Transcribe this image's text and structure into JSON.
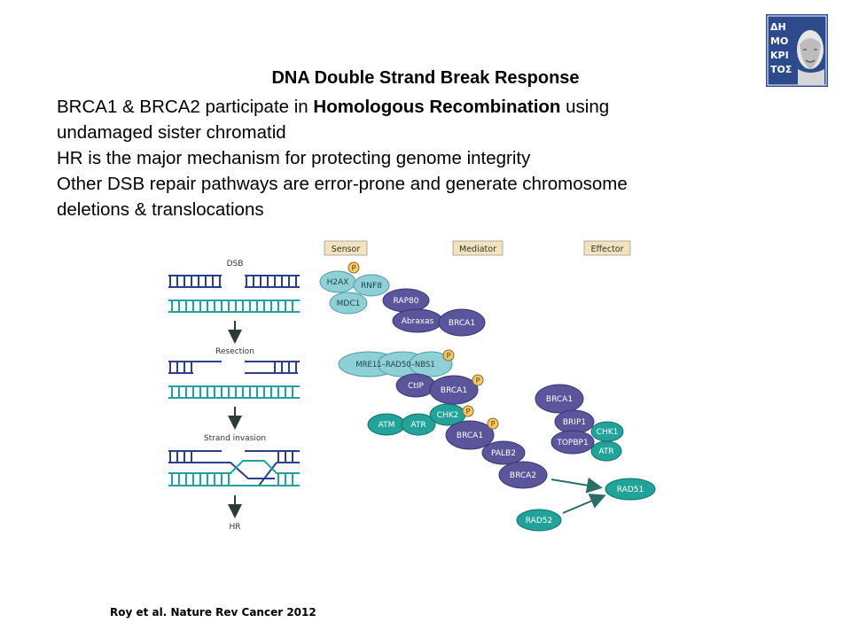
{
  "slide": {
    "title": "DNA Double Strand Break Response",
    "line1_pre": "BRCA1 & BRCA2 participate in ",
    "line1_bold": "Homologous Recombination",
    "line1_post": " using",
    "line2": "undamaged sister chromatid",
    "line3": "HR is the major mechanism for protecting genome integrity",
    "line4": "Other DSB repair pathways are error-prone and generate chromosome",
    "line5": "deletions & translocations",
    "citation": "Roy et al.  Nature Rev Cancer 2012"
  },
  "logo": {
    "letters": [
      "ΔΗ",
      "ΜΟ",
      "ΚΡΙ",
      "ΤΟΣ"
    ],
    "colors": {
      "bg": "#2d4a8c"
    }
  },
  "figure": {
    "steps": {
      "dsb": "DSB",
      "resection": "Resection",
      "strand_invasion": "Strand invasion",
      "hr": "HR"
    },
    "columns": {
      "sensor": "Sensor",
      "mediator": "Mediator",
      "effector": "Effector"
    },
    "proteins": {
      "h2ax": "H2AX",
      "rnf8": "RNF8",
      "mdc1": "MDC1",
      "rap80": "RAP80",
      "abraxas": "Abraxas",
      "brca1_a": "BRCA1",
      "mrn": "MRE11–RAD50–NBS1",
      "ctip": "CtIP",
      "brca1_b": "BRCA1",
      "atm": "ATM",
      "atr_a": "ATR",
      "chk2": "CHK2",
      "brca1_c": "BRCA1",
      "palb2": "PALB2",
      "brca2": "BRCA2",
      "brca1_d": "BRCA1",
      "brip1": "BRIP1",
      "topbp1": "TOPBP1",
      "chk1": "CHK1",
      "atr_b": "ATR",
      "rad51": "RAD51",
      "rad52": "RAD52"
    },
    "phospho": "P",
    "colors": {
      "strand_dark": "#2c3e8c",
      "strand_teal": "#20a3a0",
      "sensor": "#8fd0d6",
      "mediator": "#5b559c",
      "effector": "#21a39a",
      "phospho": "#f2c86a"
    }
  }
}
